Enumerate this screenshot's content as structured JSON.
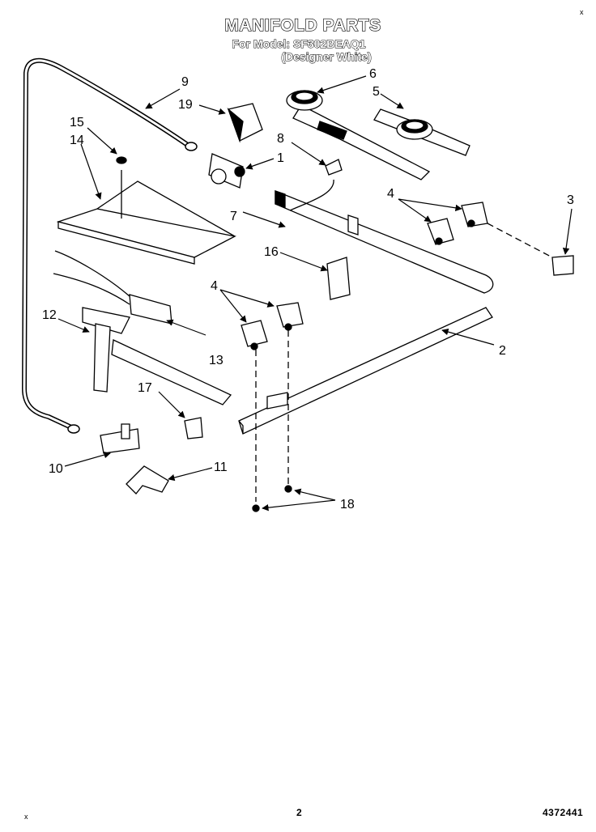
{
  "header": {
    "title": "MANIFOLD PARTS",
    "model_line": "For Model: SF302BEAQ1",
    "variant_line": "(Designer White)"
  },
  "callouts": {
    "c1": "1",
    "c2": "2",
    "c3": "3",
    "c4a": "4",
    "c4b": "4",
    "c5": "5",
    "c6": "6",
    "c7": "7",
    "c8": "8",
    "c9": "9",
    "c10": "10",
    "c11": "11",
    "c12": "12",
    "c13": "13",
    "c14": "14",
    "c15": "15",
    "c16": "16",
    "c17": "17",
    "c18": "18",
    "c19": "19"
  },
  "footer": {
    "page_number": "2",
    "document_number": "4372441",
    "corner_mark": "x"
  }
}
